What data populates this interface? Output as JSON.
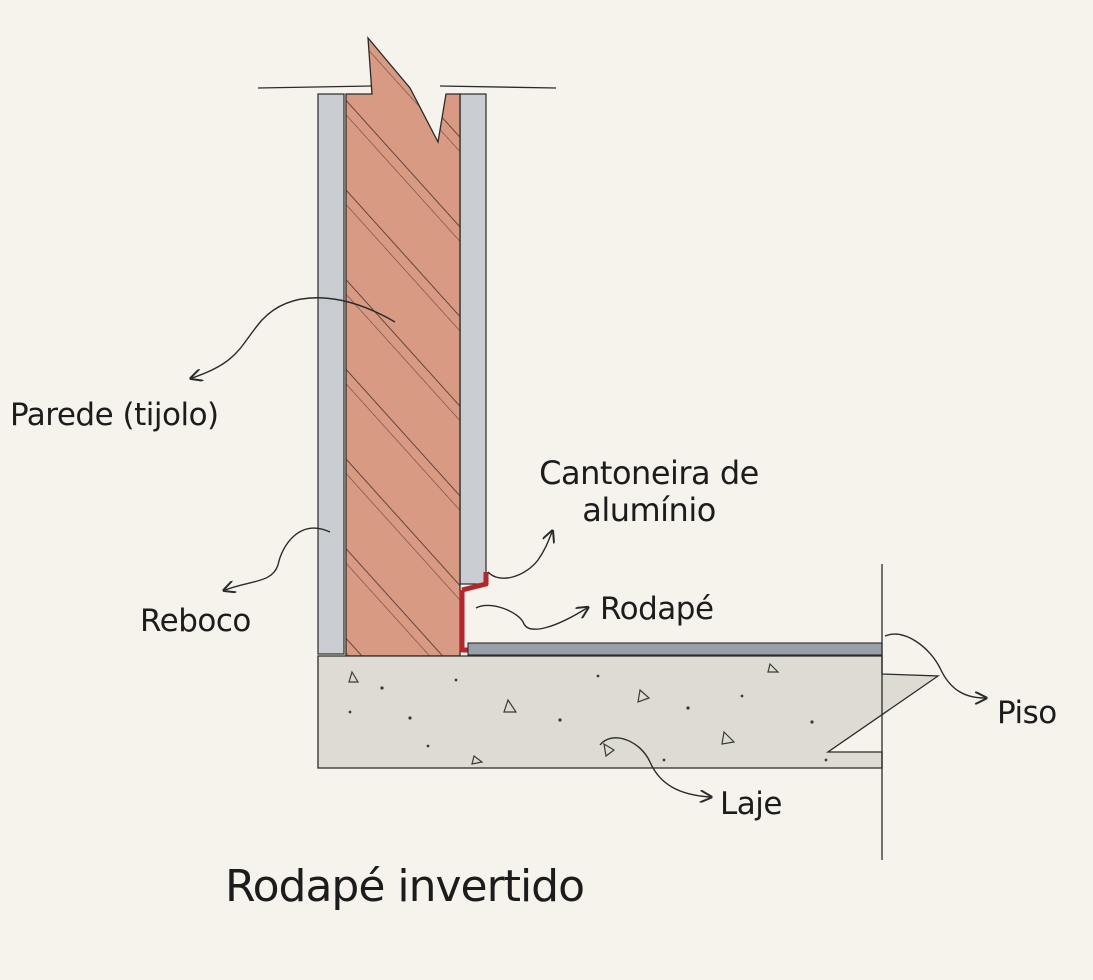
{
  "title": "Rodapé invertido",
  "labels": {
    "parede": "Parede (tijolo)",
    "cantoneira_line1": "Cantoneira de",
    "cantoneira_line2": "alumínio",
    "reboco": "Reboco",
    "rodape": "Rodapé",
    "piso": "Piso",
    "laje": "Laje"
  },
  "colors": {
    "paper": "#f6f3ec",
    "brick": "#d99a84",
    "plaster": "#c9ccd0",
    "concrete": "#dddbd2",
    "aluminium_angle": "#b3262b",
    "floor_finish": "#9aa0aa",
    "ink": "#2a2a2a"
  }
}
